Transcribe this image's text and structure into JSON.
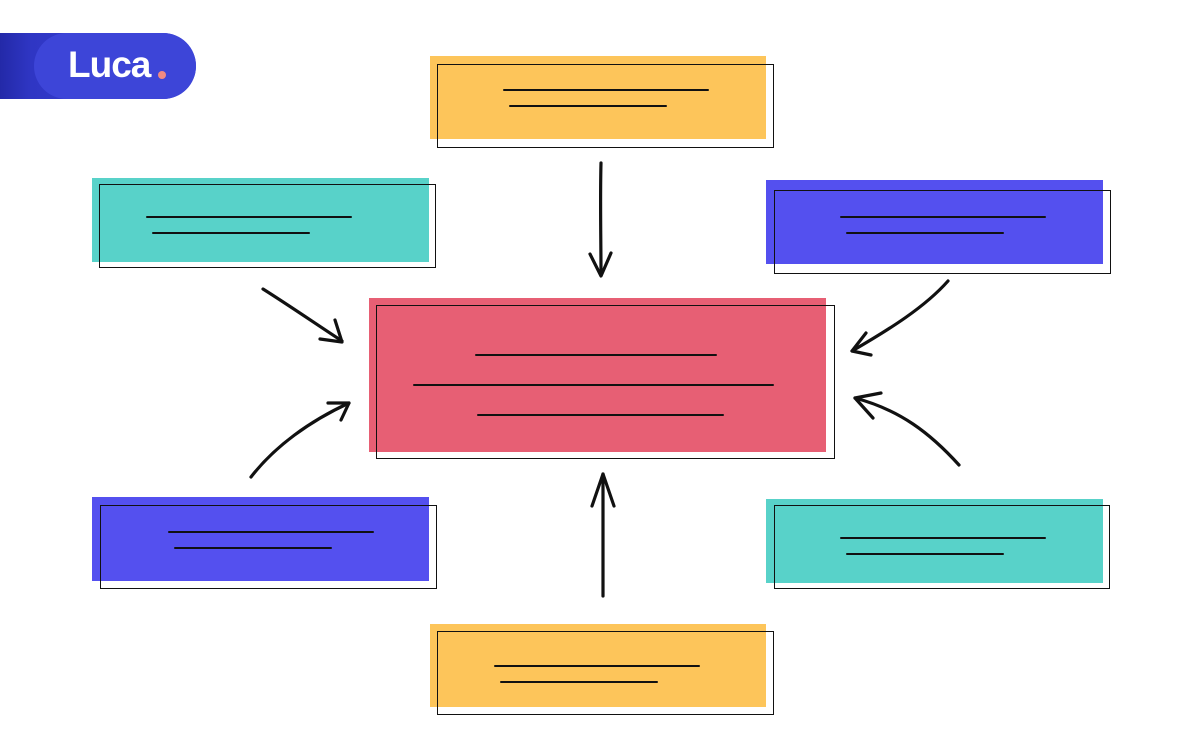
{
  "brand": {
    "name": "Luca"
  },
  "colors": {
    "brand": "#3d45d8",
    "brand_dot": "#f08a82",
    "yellow": "#fdc55a",
    "teal": "#58d2c9",
    "indigo": "#5450ef",
    "red": "#e75f74",
    "ink": "#111111"
  },
  "diagram": {
    "type": "hub-and-spoke",
    "center": {
      "color": "red",
      "placeholder_lines": 3
    },
    "spokes": [
      {
        "id": "top",
        "color": "yellow",
        "placeholder_lines": 2
      },
      {
        "id": "upper-left",
        "color": "teal",
        "placeholder_lines": 2
      },
      {
        "id": "upper-right",
        "color": "indigo",
        "placeholder_lines": 2
      },
      {
        "id": "lower-left",
        "color": "indigo",
        "placeholder_lines": 2
      },
      {
        "id": "lower-right",
        "color": "teal",
        "placeholder_lines": 2
      },
      {
        "id": "bottom",
        "color": "yellow",
        "placeholder_lines": 2
      }
    ],
    "arrow_direction": "toward-center"
  }
}
